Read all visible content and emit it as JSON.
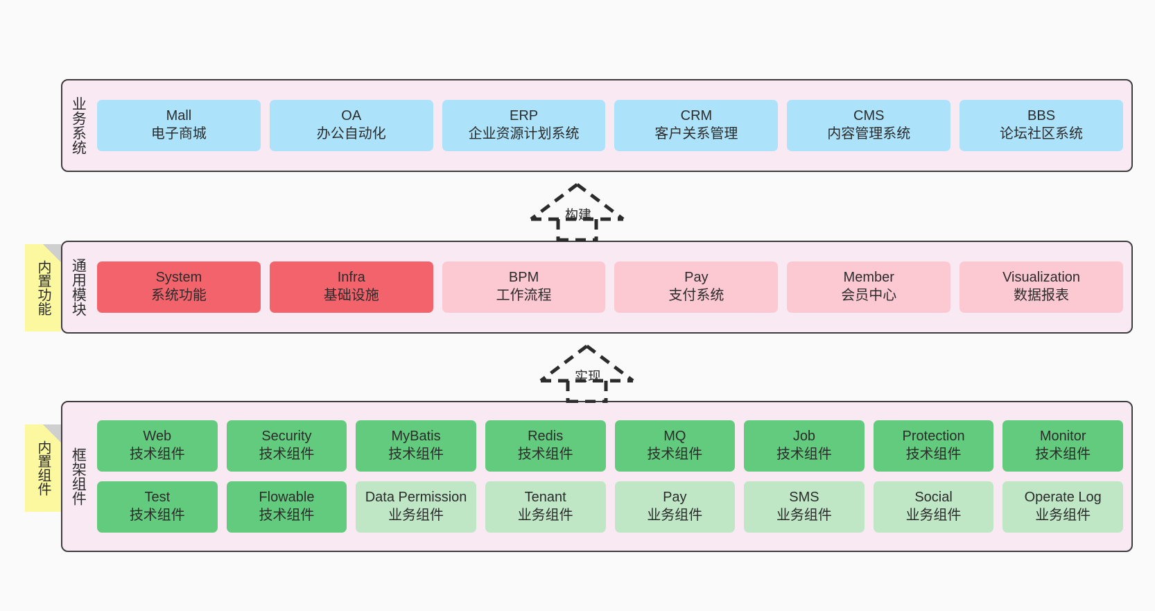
{
  "canvas": {
    "background": "#fafafa",
    "layer_fill": "#f8e9f3",
    "layer_border": "#3c3c3c",
    "note_fill": "#fbf8a0",
    "colors": {
      "blue": "#ace3fb",
      "red": "#f2636b",
      "pink": "#fcc9d3",
      "green": "#63cb7e",
      "light_green": "#bfe7c6"
    }
  },
  "layers": [
    {
      "id": "business-systems",
      "title": "业务系统",
      "cards": [
        {
          "en": "Mall",
          "cn": "电子商城",
          "color": "blue"
        },
        {
          "en": "OA",
          "cn": "办公自动化",
          "color": "blue"
        },
        {
          "en": "ERP",
          "cn": "企业资源计划系统",
          "color": "blue"
        },
        {
          "en": "CRM",
          "cn": "客户关系管理",
          "color": "blue"
        },
        {
          "en": "CMS",
          "cn": "内容管理系统",
          "color": "blue"
        },
        {
          "en": "BBS",
          "cn": "论坛社区系统",
          "color": "blue"
        }
      ]
    },
    {
      "id": "common-modules",
      "title": "通用模块",
      "note": "内置功能",
      "cards": [
        {
          "en": "System",
          "cn": "系统功能",
          "color": "red"
        },
        {
          "en": "Infra",
          "cn": "基础设施",
          "color": "red"
        },
        {
          "en": "BPM",
          "cn": "工作流程",
          "color": "pink"
        },
        {
          "en": "Pay",
          "cn": "支付系统",
          "color": "pink"
        },
        {
          "en": "Member",
          "cn": "会员中心",
          "color": "pink"
        },
        {
          "en": "Visualization",
          "cn": "数据报表",
          "color": "pink"
        }
      ]
    },
    {
      "id": "framework-components",
      "title": "框架组件",
      "note": "内置组件",
      "rows": [
        [
          {
            "en": "Web",
            "cn": "技术组件",
            "color": "green"
          },
          {
            "en": "Security",
            "cn": "技术组件",
            "color": "green"
          },
          {
            "en": "MyBatis",
            "cn": "技术组件",
            "color": "green"
          },
          {
            "en": "Redis",
            "cn": "技术组件",
            "color": "green"
          },
          {
            "en": "MQ",
            "cn": "技术组件",
            "color": "green"
          },
          {
            "en": "Job",
            "cn": "技术组件",
            "color": "green"
          },
          {
            "en": "Protection",
            "cn": "技术组件",
            "color": "green"
          },
          {
            "en": "Monitor",
            "cn": "技术组件",
            "color": "green"
          }
        ],
        [
          {
            "en": "Test",
            "cn": "技术组件",
            "color": "green"
          },
          {
            "en": "Flowable",
            "cn": "技术组件",
            "color": "green"
          },
          {
            "en": "Data Permission",
            "cn": "业务组件",
            "color": "light_green"
          },
          {
            "en": "Tenant",
            "cn": "业务组件",
            "color": "light_green"
          },
          {
            "en": "Pay",
            "cn": "业务组件",
            "color": "light_green"
          },
          {
            "en": "SMS",
            "cn": "业务组件",
            "color": "light_green"
          },
          {
            "en": "Social",
            "cn": "业务组件",
            "color": "light_green"
          },
          {
            "en": "Operate Log",
            "cn": "业务组件",
            "color": "light_green"
          }
        ]
      ]
    }
  ],
  "connectors": [
    {
      "id": "build",
      "label": "构建",
      "style": "dashed-hollow-arrow-up"
    },
    {
      "id": "implement",
      "label": "实现",
      "style": "dashed-hollow-arrow-up"
    }
  ]
}
